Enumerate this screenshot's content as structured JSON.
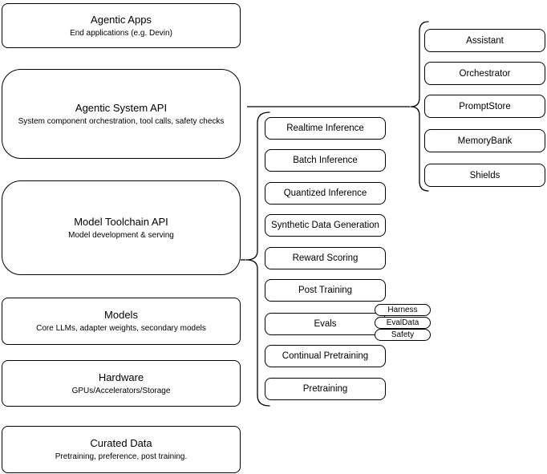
{
  "diagram": {
    "left_column": [
      {
        "title": "Agentic Apps",
        "subtitle": "End applications (e.g. Devin)"
      },
      {
        "title": "Agentic System API",
        "subtitle": "System component orchestration, tool calls, safety checks"
      },
      {
        "title": "Model Toolchain API",
        "subtitle": "Model development & serving"
      },
      {
        "title": "Models",
        "subtitle": "Core LLMs, adapter weights, secondary models"
      },
      {
        "title": "Hardware",
        "subtitle": "GPUs/Accelerators/Storage"
      },
      {
        "title": "Curated Data",
        "subtitle": "Pretraining, preference, post training."
      }
    ],
    "toolchain_items": [
      "Realtime Inference",
      "Batch Inference",
      "Quantized Inference",
      "Synthetic Data Generation",
      "Reward Scoring",
      "Post Training",
      "Evals",
      "Continual Pretraining",
      "Pretraining"
    ],
    "eval_tags": [
      "Harness",
      "EvalData",
      "Safety"
    ],
    "system_components": [
      "Assistant",
      "Orchestrator",
      "PromptStore",
      "MemoryBank",
      "Shields"
    ],
    "colors": {
      "stroke": "#000000",
      "fill": "#ffffff",
      "background": "#ffffff"
    }
  }
}
